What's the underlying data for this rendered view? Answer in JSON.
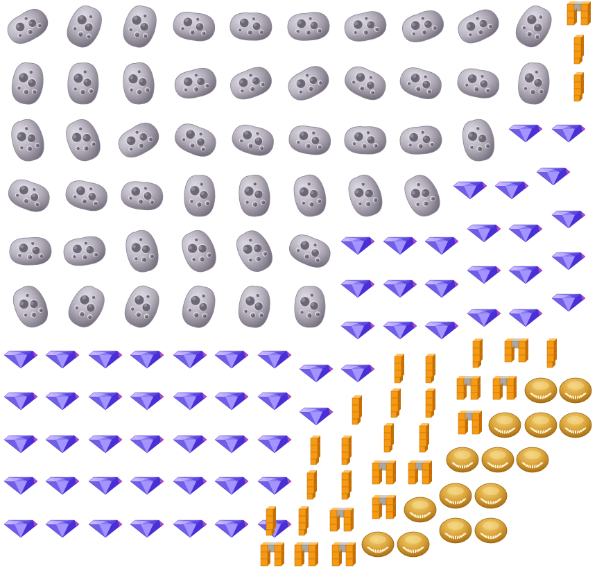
{
  "sheet": {
    "sprite_types": [
      "asteroid-sprite",
      "crystal-gem-sprite",
      "orange-block-robot-sprite",
      "gold-dome-ufo-sprite"
    ],
    "colors": {
      "background": "#ffffff",
      "asteroid_base": "#b3aeba",
      "asteroid_shade": "#77717f",
      "asteroid_crater": "#6c6675",
      "crystal_base": "#8b7bf0",
      "crystal_dark": "#4a2fd6",
      "crystal_light": "#c5b9ff",
      "crystal_accent": "#d448c8",
      "robot_orange": "#f59a12",
      "robot_dark": "#c46e05",
      "robot_grey": "#a8a8a8",
      "dome_gold": "#dba43a",
      "dome_dark": "#a86d12",
      "dome_light": "#f4d37a"
    }
  }
}
